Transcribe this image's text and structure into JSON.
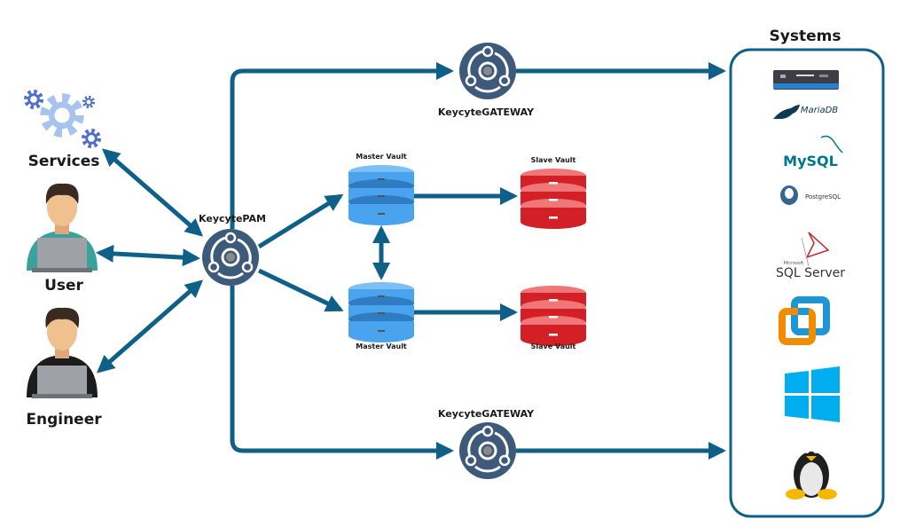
{
  "colors": {
    "connector": "#0e6088",
    "node": "#3d5a7a",
    "master_vault": "#4aa3ef",
    "master_vault_dark": "#2f7cc2",
    "slave_vault": "#d32027",
    "slave_vault_light": "#ef7777",
    "systems_border": "#0e6088"
  },
  "actors": [
    {
      "id": "services",
      "label": "Services",
      "icon": "gears-icon"
    },
    {
      "id": "user",
      "label": "User",
      "icon": "user-laptop-icon"
    },
    {
      "id": "engineer",
      "label": "Engineer",
      "icon": "engineer-laptop-icon"
    }
  ],
  "pam": {
    "label": "KeycytePAM",
    "icon": "keycyte-node-icon"
  },
  "gateways": [
    {
      "id": "gateway-top",
      "label": "KeycyteGATEWAY"
    },
    {
      "id": "gateway-bottom",
      "label": "KeycyteGATEWAY"
    }
  ],
  "vaults": {
    "master_top": "Master Vault",
    "master_bottom": "Master Vault",
    "slave_top": "Slave Vault",
    "slave_bottom": "Slave Vault"
  },
  "systems": {
    "title": "Systems",
    "items": [
      {
        "name": "server-rack",
        "label": ""
      },
      {
        "name": "mariadb",
        "label": "MariaDB"
      },
      {
        "name": "mysql",
        "label": "MySQL"
      },
      {
        "name": "postgresql",
        "label": "PostgreSQL"
      },
      {
        "name": "sql-server",
        "label": "SQL Server",
        "sublabel": "Microsoft"
      },
      {
        "name": "vmware",
        "label": ""
      },
      {
        "name": "windows",
        "label": ""
      },
      {
        "name": "linux",
        "label": ""
      }
    ]
  }
}
